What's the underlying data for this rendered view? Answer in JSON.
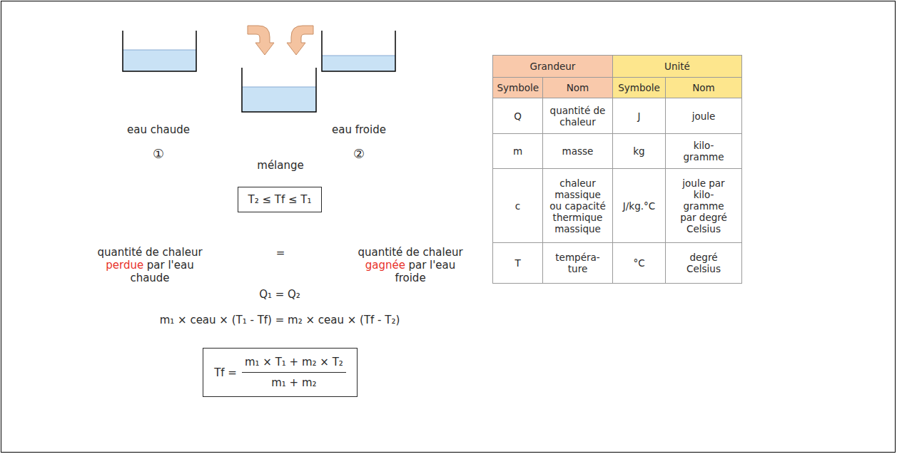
{
  "diagram": {
    "nodes": [
      {
        "text": [
          "T₂ ≤ Tf ≤ T₁"
        ]
      },
      {
        "text": [
          "Tf =",
          "m₁ × T₁ + m₂ × T₂",
          "m₁ + m₂"
        ]
      }
    ],
    "labels": [
      "eau chaude",
      "①",
      "mélange",
      "eau froide",
      "②",
      "quantité de chaleur",
      "perdue",
      "par l'eau",
      "chaude",
      "=",
      "quantité de chaleur",
      "gagnée",
      "par l'eau",
      "froide",
      "Q₁ = Q₂",
      "m₁ × ceau × (T₁ - Tf) = m₂ × ceau × (Tf - T₂)",
      "Grandeur",
      "Unité",
      "Symbole",
      "Nom",
      "Symbole",
      "Nom",
      "Q",
      "quantité de chaleur",
      "J",
      "joule",
      "m",
      "masse",
      "kg",
      "kilo- gramme",
      "c",
      "chaleur massique ou capacité thermique massique",
      "J/kg.°C",
      "joule par kilo- gramme par degré Celsius",
      "T",
      "tempéra- ture",
      "°C",
      "degré Celsius"
    ]
  }
}
